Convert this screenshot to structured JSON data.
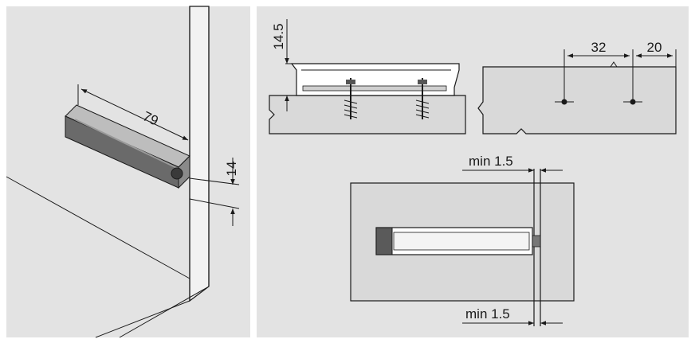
{
  "dimensions": {
    "length": "79",
    "offset": "14",
    "height": "14.5",
    "spacing_a": "32",
    "spacing_b": "20",
    "gap_top": "min 1.5",
    "gap_bottom": "min 1.5"
  },
  "colors": {
    "panel_bg": "#e3e3e3",
    "line": "#1a1a1a",
    "device_dark": "#5a5a5a",
    "device_light": "#bdbdbd"
  }
}
